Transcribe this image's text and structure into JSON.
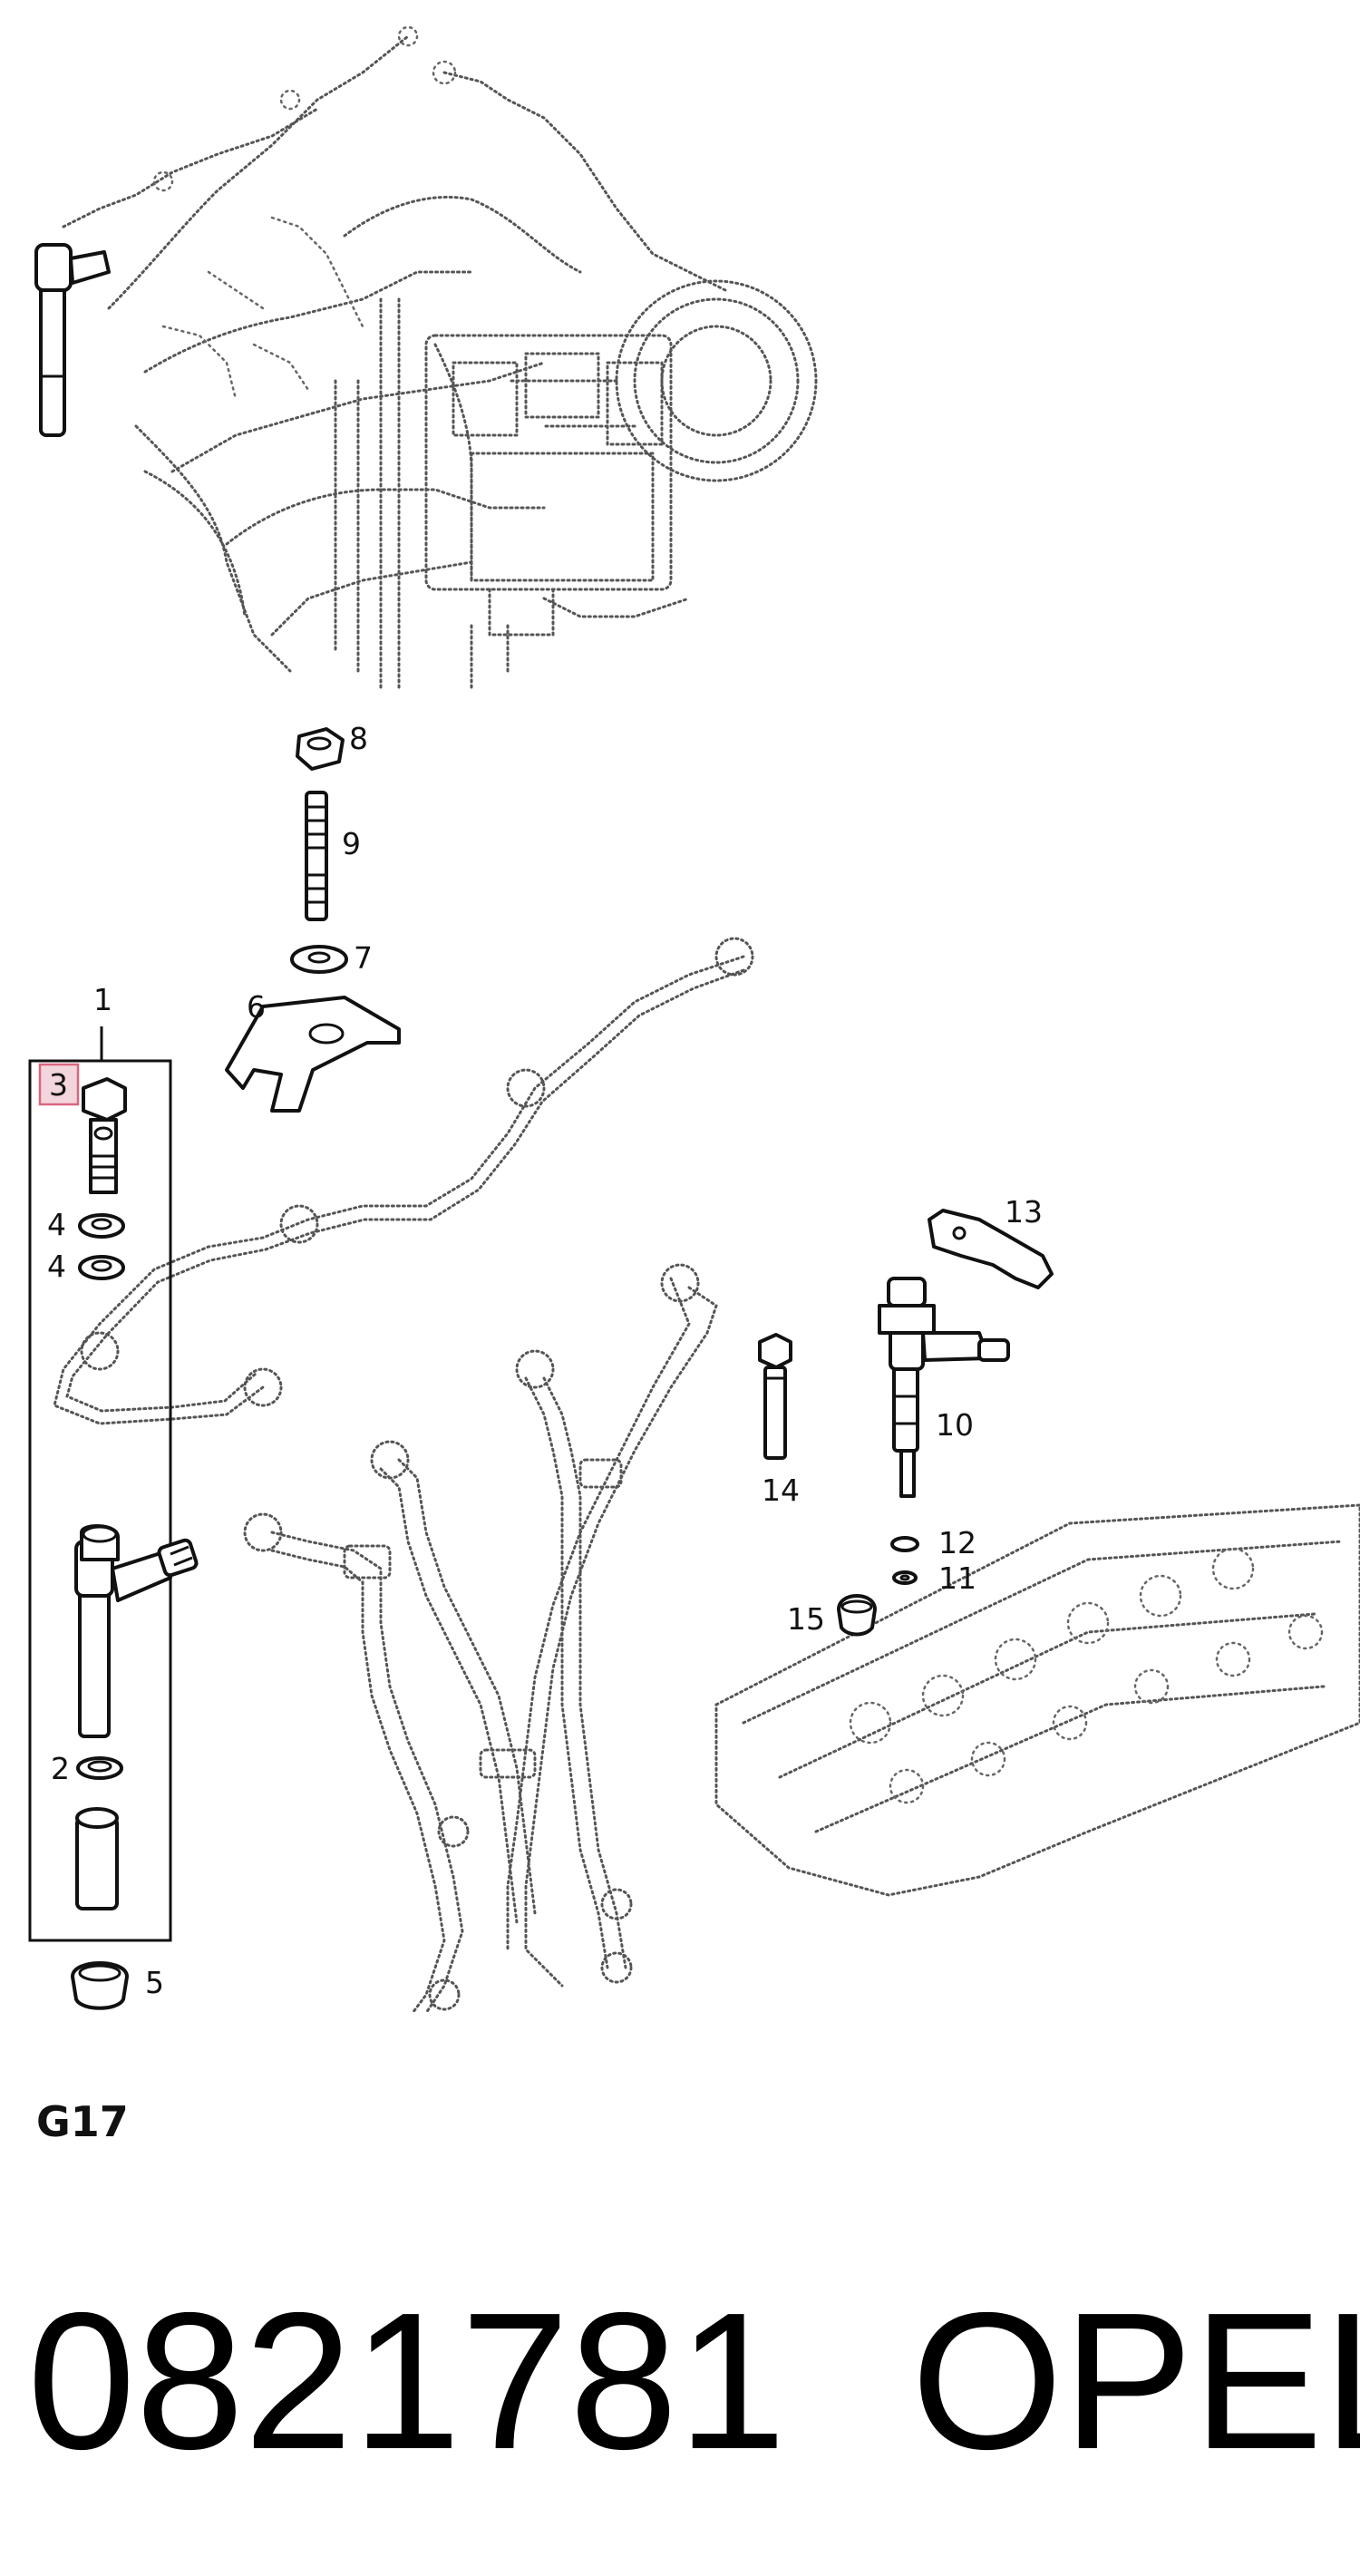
{
  "callouts": {
    "c1": "1",
    "c2": "2",
    "c3": "3",
    "c4a": "4",
    "c4b": "4",
    "c5": "5",
    "c6": "6",
    "c7": "7",
    "c8": "8",
    "c9": "9",
    "c10": "10",
    "c11": "11",
    "c12": "12",
    "c13": "13",
    "c14": "14",
    "c15": "15"
  },
  "diagram_code": "G17",
  "part_number": "0821781",
  "brand": "OPEL",
  "colors": {
    "highlight_fill": "#f3d5dd",
    "highlight_stroke": "#d9667f",
    "ink": "#111111"
  }
}
